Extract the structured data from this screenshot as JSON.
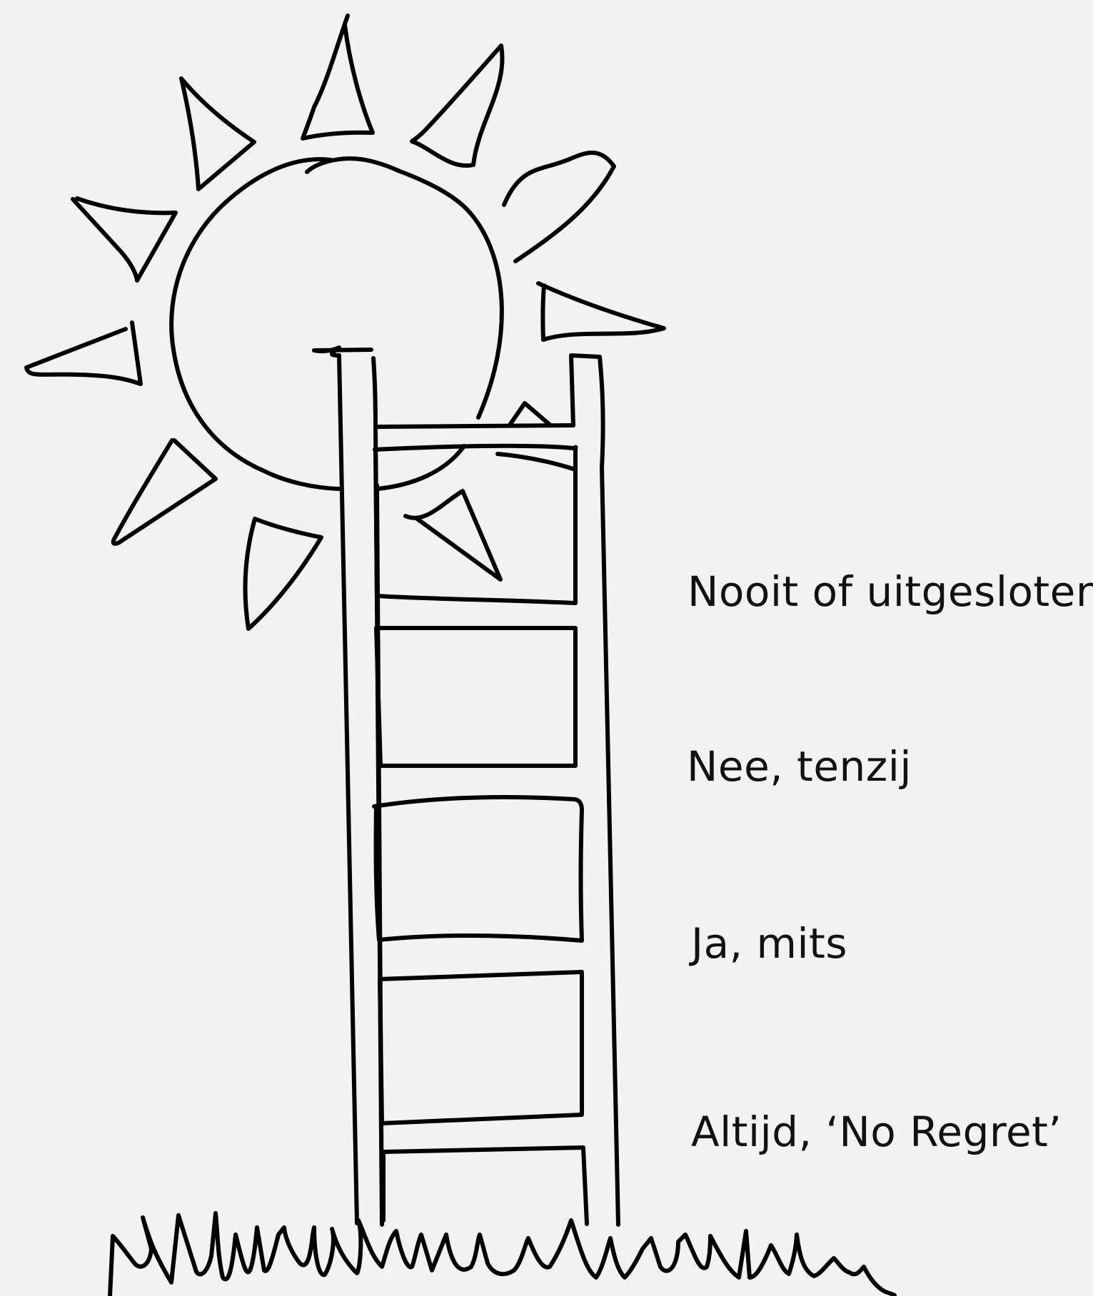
{
  "diagram": {
    "ladder_levels": [
      "Nooit of uitgesloten",
      "Nee, tenzij",
      "Ja, mits",
      "Altijd, ‘No Regret’"
    ]
  },
  "colors": {
    "background": "#f2f2f2",
    "ink": "#000000"
  }
}
